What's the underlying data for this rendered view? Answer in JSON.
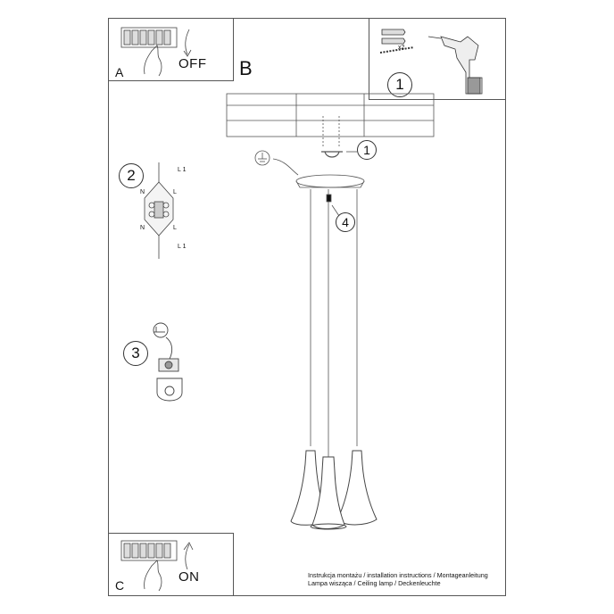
{
  "panels": {
    "a": {
      "letter": "A",
      "state": "OFF"
    },
    "b": {
      "letter": "B"
    },
    "c": {
      "letter": "C",
      "state": "ON"
    }
  },
  "steps": {
    "s1": "1",
    "s2": "2",
    "s3": "3",
    "s4": "4",
    "s1b": "1"
  },
  "hardware": {
    "quantity": "x2"
  },
  "wiring": {
    "l1_top": "L 1",
    "l1_bottom": "L 1",
    "n_top": "N",
    "n_bottom": "N",
    "l_top": "L",
    "l_bottom": "L"
  },
  "footer": {
    "line1": "Instrukcja montażu / installation instructions / Montageanleitung",
    "line2": "Lampa wisząca / Ceiling lamp / Deckenleuchte"
  },
  "icons": [
    "switch-panel-icon",
    "hand-icon",
    "arrow-icon",
    "drill-icon",
    "anchor-icon",
    "screw-icon",
    "ground-icon",
    "terminal-block-icon",
    "ring-connector-icon",
    "pendant-lamp-icon"
  ]
}
